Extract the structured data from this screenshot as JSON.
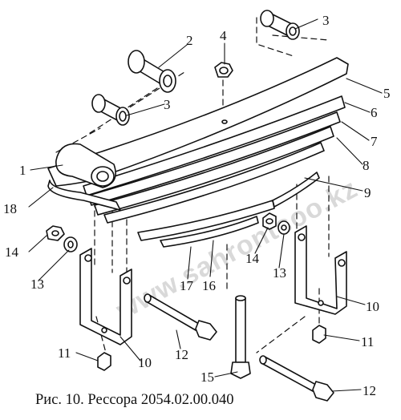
{
  "caption": "Рис. 10. Рессора 2054.02.00.040",
  "watermark": "www.sahrontsoo.kz",
  "callouts": {
    "c1": "1",
    "c2": "2",
    "c3a": "3",
    "c3b": "3",
    "c4": "4",
    "c5": "5",
    "c6": "6",
    "c7": "7",
    "c8": "8",
    "c9": "9",
    "c10a": "10",
    "c10b": "10",
    "c11a": "11",
    "c11b": "11",
    "c12a": "12",
    "c12b": "12",
    "c13a": "13",
    "c13b": "13",
    "c14a": "14",
    "c14b": "14",
    "c15": "15",
    "c16": "16",
    "c17": "17",
    "c18": "18"
  }
}
